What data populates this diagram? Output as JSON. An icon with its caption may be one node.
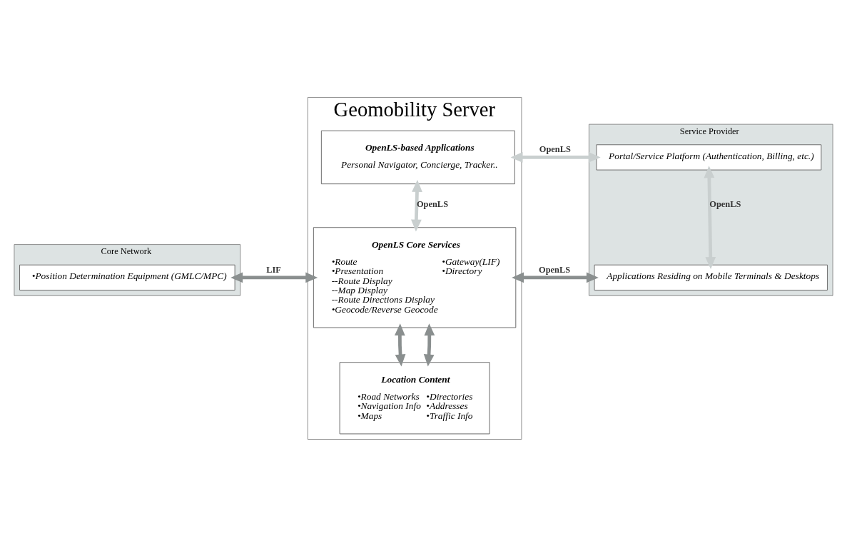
{
  "diagram": {
    "nodes": [
      {
        "text": [
          "Core Network"
        ]
      },
      {
        "text": [
          "•Position Determination Equipment (GMLC/MPC)"
        ],
        "in": 0
      },
      {
        "text": [
          "Geomobility Server"
        ]
      },
      {
        "text": [
          "OpenLS-based Applications",
          "Personal Navigator, Concierge, Tracker.."
        ],
        "in": 2
      },
      {
        "text": [
          "OpenLS Core Services",
          "•Route",
          "•Presentation",
          "--Route Display",
          "--Map Display",
          "--Route Directions Display",
          "•Geocode/Reverse Geocode",
          "•Gateway(LIF)",
          "•Directory"
        ],
        "in": 2
      },
      {
        "text": [
          "Location Content",
          "•Road Networks",
          "•Navigation Info",
          "•Maps",
          "•Directories",
          "•Addresses",
          "•Traffic Info"
        ],
        "in": 2
      },
      {
        "text": [
          "Service Provider"
        ]
      },
      {
        "text": [
          "Portal/Service Platform (Authentication, Billing, etc.)"
        ],
        "in": 6
      },
      {
        "text": [
          "Applications Residing on Mobile Terminals & Desktops"
        ],
        "in": 6
      }
    ],
    "edges": [
      {
        "from": 1,
        "to": 4,
        "arrow": "both",
        "label": "LIF"
      },
      {
        "from": 3,
        "to": 4,
        "arrow": "both",
        "label": "OpenLS",
        "color": "#c9cfcf"
      },
      {
        "from": 3,
        "to": 7,
        "arrow": "both",
        "label": "OpenLS",
        "color": "#c9cfcf"
      },
      {
        "from": 4,
        "to": 8,
        "arrow": "both",
        "label": "OpenLS"
      },
      {
        "from": 7,
        "to": 8,
        "arrow": "both",
        "label": "OpenLS",
        "color": "#c9cfcf"
      },
      {
        "from": 4,
        "to": 5,
        "arrow": "both"
      },
      {
        "from": 4,
        "to": 5,
        "arrow": "both"
      }
    ]
  }
}
